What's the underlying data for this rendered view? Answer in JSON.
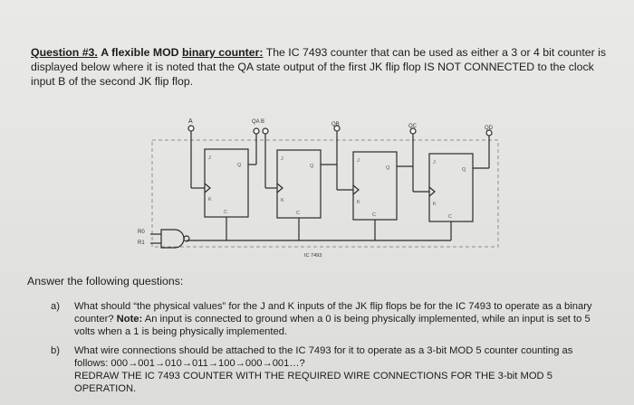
{
  "question": {
    "number": "Question #3.",
    "title_prefix": "A flexible MOD",
    "title_underlined": "binary counter:",
    "body": "The IC 7493 counter that can be used as either a 3 or 4 bit counter is displayed below where it is noted that the QA state output of the first JK flip flop IS NOT CONNECTED to the clock input B of the second JK flip flop."
  },
  "circuit": {
    "clock_a": "A",
    "clock_b": "QA  B",
    "output_qb": "QB",
    "output_qc": "QC",
    "output_qd": "QD",
    "reset_r0": "R0",
    "reset_r1": "R1",
    "chip_label": "IC 7493",
    "pin_j": "J",
    "pin_k": "K",
    "pin_q": "Q",
    "pin_c": "C"
  },
  "answers": {
    "intro": "Answer the following questions:",
    "a_label": "a)",
    "a_text": "What should “the physical values” for the J and K inputs of the JK flip flops be for the IC 7493 to operate as a binary counter?",
    "a_note_label": "Note:",
    "a_note_text": "An input is connected to ground when a 0 is being physically implemented, while an input is set to 5 volts when a 1 is being physically implemented.",
    "b_label": "b)",
    "b_text": "What wire connections should be attached to the IC 7493 for it to operate as a 3-bit MOD 5 counter counting as follows: 000→001→010→011→100→000→001…?",
    "b_redraw": "REDRAW THE IC 7493 COUNTER WITH THE REQUIRED WIRE CONNECTIONS FOR THE 3-bit MOD 5 OPERATION."
  }
}
